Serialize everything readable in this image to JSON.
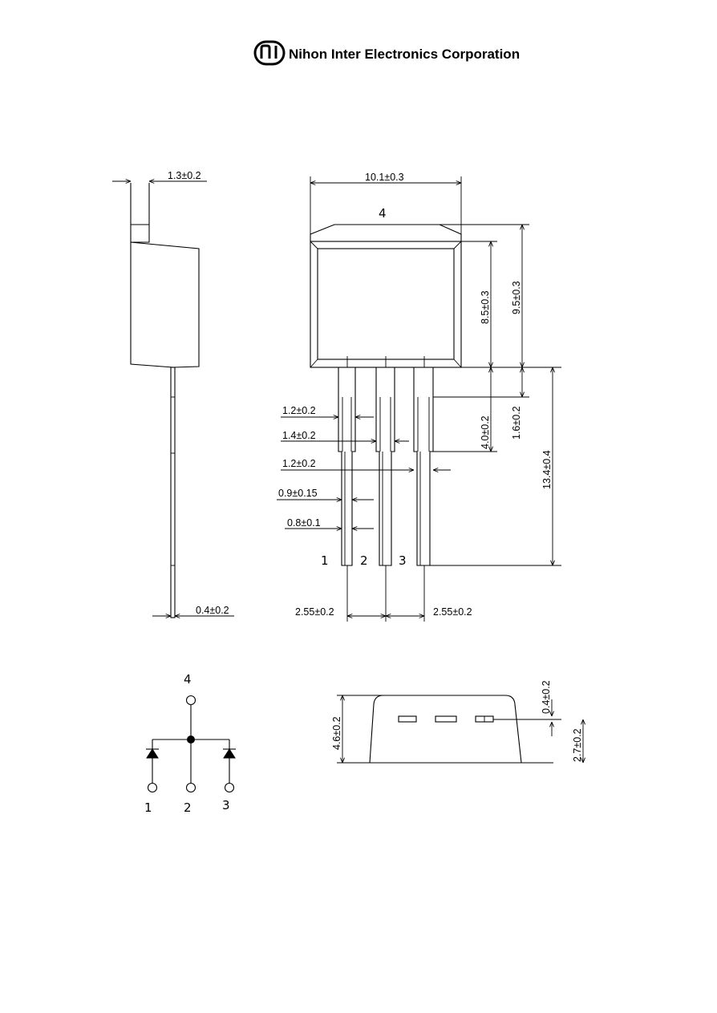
{
  "header": {
    "logo_mark": "NI",
    "company": "Nihon Inter Electronics Corporation"
  },
  "side_view": {
    "dims": {
      "tab_thickness": "1.3±0.2",
      "lead_thickness": "0.4±0.2"
    }
  },
  "front_view": {
    "tab_pin": "4",
    "pins": [
      "1",
      "2",
      "3"
    ],
    "dims": {
      "width": "10.1±0.3",
      "body_height": "8.5±0.3",
      "total_height": "9.5±0.3",
      "lead_shoulder": "4.0±0.2",
      "lead_standoff": "1.6±0.2",
      "lead_length": "13.4±0.4",
      "shoulder_width_1": "1.2±0.2",
      "shoulder_width_2": "1.4±0.2",
      "shoulder_width_3": "1.2±0.2",
      "lead_width": "0.9±0.15",
      "lead_tip_width": "0.8±0.1",
      "pitch_left": "2.55±0.2",
      "pitch_right": "2.55±0.2"
    }
  },
  "schematic": {
    "top_pin": "4",
    "pins": [
      "1",
      "2",
      "3"
    ]
  },
  "bottom_view": {
    "dims": {
      "body_thickness": "4.6±0.2",
      "tab_thickness": "0.4±0.2",
      "lead_height": "2.7±0.2"
    }
  }
}
